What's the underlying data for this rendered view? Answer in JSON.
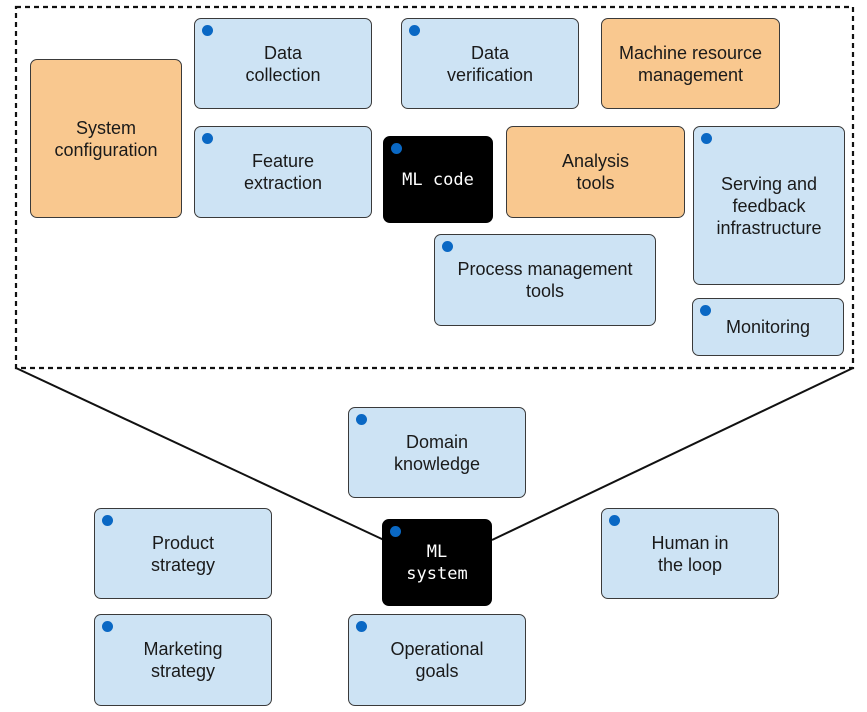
{
  "upper_components": {
    "data_collection": "Data\ncollection",
    "data_verification": "Data\nverification",
    "machine_resource_management": "Machine resource\nmanagement",
    "system_configuration": "System\nconfiguration",
    "feature_extraction": "Feature\nextraction",
    "ml_code": "ML code",
    "analysis_tools": "Analysis\ntools",
    "serving_feedback": "Serving and\nfeedback\ninfrastructure",
    "process_management": "Process management\ntools",
    "monitoring": "Monitoring"
  },
  "lower_components": {
    "domain_knowledge": "Domain\nknowledge",
    "product_strategy": "Product\nstrategy",
    "ml_system": "ML system",
    "human_in_loop": "Human in\nthe loop",
    "marketing_strategy": "Marketing\nstrategy",
    "operational_goals": "Operational\ngoals"
  },
  "colors": {
    "blue_box": "#cde3f4",
    "orange_box": "#f9c88f",
    "core_box": "#000000",
    "marker_dot": "#0a68c4"
  }
}
